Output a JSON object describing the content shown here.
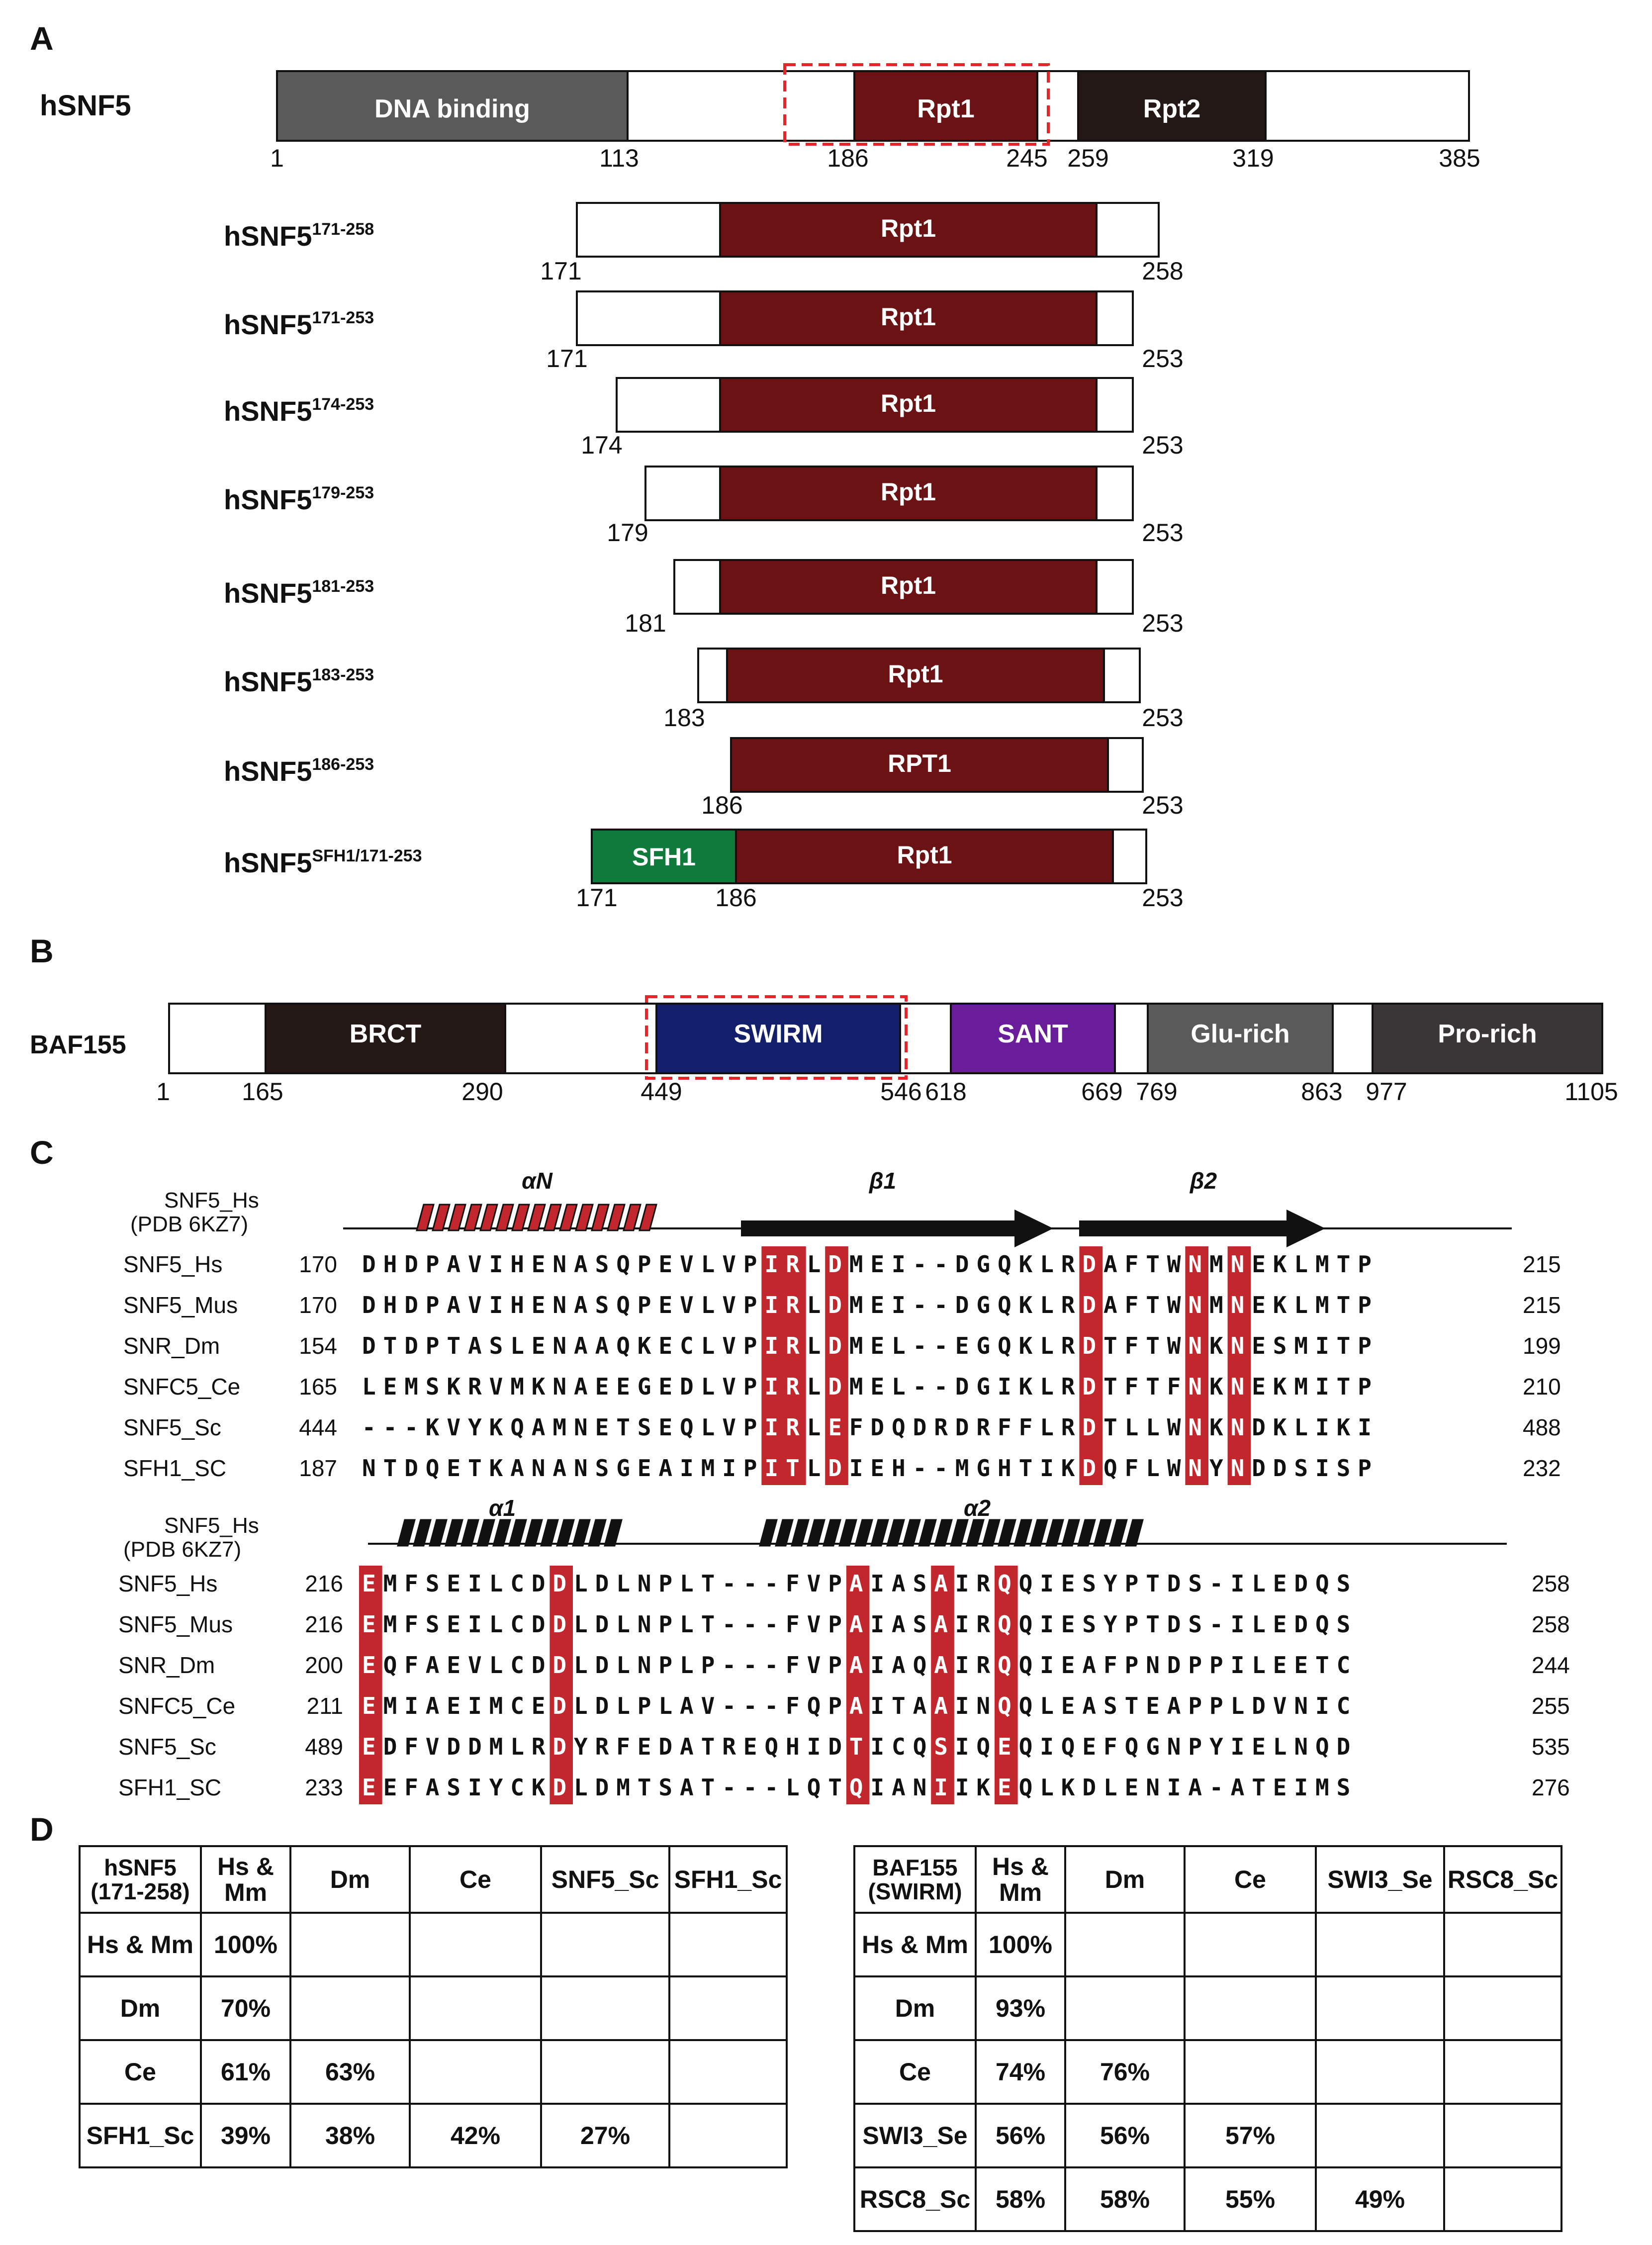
{
  "panels": {
    "a": "A",
    "b": "B",
    "c": "C",
    "d": "D"
  },
  "colors": {
    "rpt": "#6b1214",
    "rpt2": "#231815",
    "dna": "#5a5a5a",
    "sfh1": "#0f7a3c",
    "swirm": "#141f6b",
    "sant": "#6a1d9a",
    "glu": "#5a5a5a",
    "pro": "#3a3536",
    "brct": "#231815",
    "red_box": "#e2262a",
    "highlight": "#c1272d",
    "conserved_text": "#c1272d"
  },
  "panel_a": {
    "protein": "hSNF5",
    "domains": [
      {
        "label": "DNA binding",
        "start": 1,
        "end": 113,
        "color": "dna"
      },
      {
        "label": "Rpt1",
        "start": 186,
        "end": 245,
        "color": "rpt"
      },
      {
        "label": "Rpt2",
        "start": 259,
        "end": 319,
        "color": "rpt2"
      }
    ],
    "ticks": [
      "1",
      "113",
      "186",
      "245",
      "259",
      "319",
      "385"
    ],
    "highlight_box": "Rpt1",
    "constructs": [
      {
        "name": "hSNF5",
        "sup": "171-258",
        "domain": "Rpt1",
        "start": "171",
        "end": "258"
      },
      {
        "name": "hSNF5",
        "sup": "171-253",
        "domain": "Rpt1",
        "start": "171",
        "end": "253"
      },
      {
        "name": "hSNF5",
        "sup": "174-253",
        "domain": "Rpt1",
        "start": "174",
        "end": "253"
      },
      {
        "name": "hSNF5",
        "sup": "179-253",
        "domain": "Rpt1",
        "start": "179",
        "end": "253"
      },
      {
        "name": "hSNF5",
        "sup": "181-253",
        "domain": "Rpt1",
        "start": "181",
        "end": "253"
      },
      {
        "name": "hSNF5",
        "sup": "183-253",
        "domain": "Rpt1",
        "start": "183",
        "end": "253"
      },
      {
        "name": "hSNF5",
        "sup": "186-253",
        "domain": "RPT1",
        "start": "186",
        "end": "253"
      },
      {
        "name": "hSNF5",
        "sup": "SFH1/171-253",
        "domain": "Rpt1",
        "extra_domain": "SFH1",
        "start": "171",
        "mid": "186",
        "end": "253"
      }
    ]
  },
  "panel_b": {
    "protein": "BAF155",
    "domains": [
      {
        "label": "BRCT",
        "color": "brct"
      },
      {
        "label": "SWIRM",
        "color": "swirm"
      },
      {
        "label": "SANT",
        "color": "sant"
      },
      {
        "label": "Glu-rich",
        "color": "glu"
      },
      {
        "label": "Pro-rich",
        "color": "pro"
      }
    ],
    "ticks": [
      "1",
      "165",
      "290",
      "449",
      "546",
      "618",
      "669",
      "769",
      "863",
      "977",
      "1105"
    ],
    "highlight_box": "SWIRM"
  },
  "panel_c": {
    "blocks": [
      {
        "ref_label": [
          "SNF5_Hs",
          "(PDB 6KZ7)"
        ],
        "ss_labels": [
          "αN",
          "β1",
          "β2"
        ],
        "rows": [
          {
            "name": "SNF5_Hs",
            "start": "170",
            "seq": "DHDPAVIHENASQPEVLVPIRLDMEI--DGQKLRDAFTWNMNEKLMTP",
            "end": "215"
          },
          {
            "name": "SNF5_Mus",
            "start": "170",
            "seq": "DHDPAVIHENASQPEVLVPIRLDMEI--DGQKLRDAFTWNMNEKLMTP",
            "end": "215"
          },
          {
            "name": "SNR_Dm",
            "start": "154",
            "seq": "DTDPTASLENAAQKECLVPIRLDMEL--EGQKLRDTFTWNKNESMITP",
            "end": "199"
          },
          {
            "name": "SNFC5_Ce",
            "start": "165",
            "seq": "LEMSKRVMKNAEEGEDLVPIRLDMEL--DGIKLRDTFTFNKNEKMITP",
            "end": "210"
          },
          {
            "name": "SNF5_Sc",
            "start": "444",
            "seq": "---KVYKQAMNETSEQLVPIRLEFDQDRDRFFLRDTLLWNKNDKLIKI",
            "end": "488"
          },
          {
            "name": "SFH1_SC",
            "start": "187",
            "seq": "NTDQETKANANSGEAIMIPITLDIEH--MGHTIKDQFLWNYNDDSISP",
            "end": "232"
          }
        ]
      },
      {
        "ref_label": [
          "SNF5_Hs",
          "(PDB 6KZ7)"
        ],
        "ss_labels": [
          "α1",
          "α2"
        ],
        "rows": [
          {
            "name": "SNF5_Hs",
            "start": "216",
            "seq": "EMFSEILCDDLDLNPLT---FVPAIASAIRQQIESYPTDS-ILEDQS",
            "end": "258"
          },
          {
            "name": "SNF5_Mus",
            "start": "216",
            "seq": "EMFSEILCDDLDLNPLT---FVPAIASAIRQQIESYPTDS-ILEDQS",
            "end": "258"
          },
          {
            "name": "SNR_Dm",
            "start": "200",
            "seq": "EQFAEVLCDDLDLNPLP---FVPAIAQAIRQQIEAFPNDPPILEETC",
            "end": "244"
          },
          {
            "name": "SNFC5_Ce",
            "start": "211",
            "seq": "EMIAEIMCEDLDLPLAV---FQPAITAAINQQLEASTEAPPLDVNIC",
            "end": "255"
          },
          {
            "name": "SNF5_Sc",
            "start": "489",
            "seq": "EDFVDDMLRDYRFEDATREQHIDTICQSIQEQIQEFQGNPYIELNQD",
            "end": "535"
          },
          {
            "name": "SFH1_SC",
            "start": "233",
            "seq": "EEFASIYCKDLDMTSAT---LQTQIANIIKEQLKDLENIA-ATEIMS",
            "end": "276"
          }
        ]
      }
    ]
  },
  "panel_d": {
    "tables": [
      {
        "header": [
          "hSNF5\n(171-258)",
          "Hs & Mm",
          "Dm",
          "Ce",
          "SNF5_Sc",
          "SFH1_Sc"
        ],
        "rows": [
          [
            "Hs & Mm",
            "100%",
            "",
            "",
            "",
            ""
          ],
          [
            "Dm",
            "70%",
            "",
            "",
            "",
            ""
          ],
          [
            "Ce",
            "61%",
            "63%",
            "",
            "",
            ""
          ],
          [
            "SFH1_Sc",
            "39%",
            "38%",
            "42%",
            "27%",
            ""
          ]
        ]
      },
      {
        "header": [
          "BAF155\n(SWIRM)",
          "Hs & Mm",
          "Dm",
          "Ce",
          "SWI3_Se",
          "RSC8_Sc"
        ],
        "rows": [
          [
            "Hs & Mm",
            "100%",
            "",
            "",
            "",
            ""
          ],
          [
            "Dm",
            "93%",
            "",
            "",
            "",
            ""
          ],
          [
            "Ce",
            "74%",
            "76%",
            "",
            "",
            ""
          ],
          [
            "SWI3_Se",
            "56%",
            "56%",
            "57%",
            "",
            ""
          ],
          [
            "RSC8_Sc",
            "58%",
            "58%",
            "55%",
            "49%",
            ""
          ]
        ]
      }
    ]
  }
}
